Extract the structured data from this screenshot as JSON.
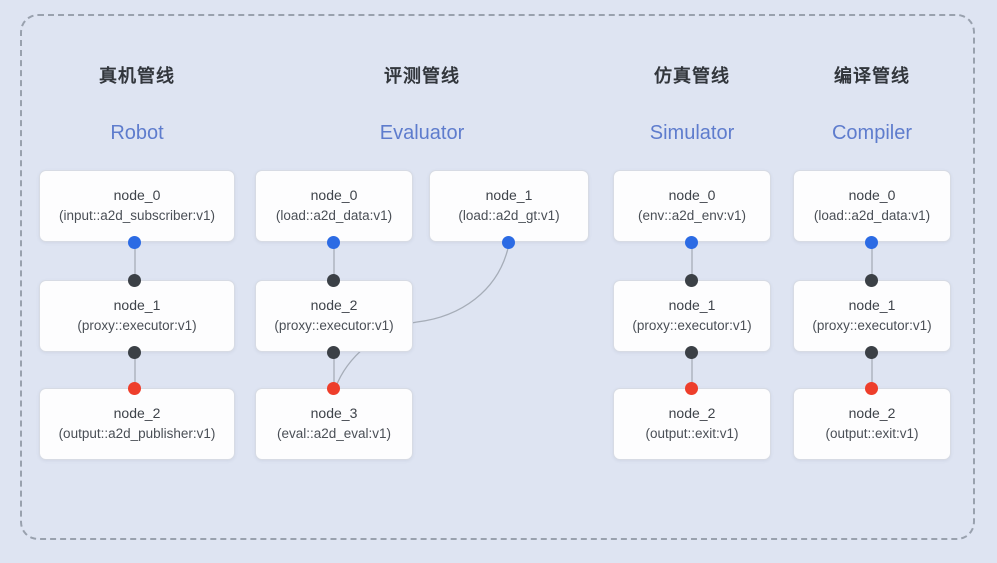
{
  "diagram": {
    "colors": {
      "background": "#dee4f2",
      "frame_dash": "#99a1ae",
      "node_fill": "#fdfdfe",
      "node_border": "#d7dbe4",
      "wire": "#a6adb8",
      "input_port": "#2c6be4",
      "mid_port": "#3b4046",
      "output_port": "#ee3e2b",
      "subtitle_blue": "#5e7ccd"
    },
    "pipelines": [
      {
        "title_zh": "真机管线",
        "title_en": "Robot",
        "nodes": [
          {
            "name": "node_0",
            "detail": "(input::a2d_subscriber:v1)"
          },
          {
            "name": "node_1",
            "detail": "(proxy::executor:v1)"
          },
          {
            "name": "node_2",
            "detail": "(output::a2d_publisher:v1)"
          }
        ]
      },
      {
        "title_zh": "评测管线",
        "title_en": "Evaluator",
        "nodes": [
          {
            "name": "node_0",
            "detail": "(load::a2d_data:v1)"
          },
          {
            "name": "node_1",
            "detail": "(load::a2d_gt:v1)"
          },
          {
            "name": "node_2",
            "detail": "(proxy::executor:v1)"
          },
          {
            "name": "node_3",
            "detail": "(eval::a2d_eval:v1)"
          }
        ]
      },
      {
        "title_zh": "仿真管线",
        "title_en": "Simulator",
        "nodes": [
          {
            "name": "node_0",
            "detail": "(env::a2d_env:v1)"
          },
          {
            "name": "node_1",
            "detail": "(proxy::executor:v1)"
          },
          {
            "name": "node_2",
            "detail": "(output::exit:v1)"
          }
        ]
      },
      {
        "title_zh": "编译管线",
        "title_en": "Compiler",
        "nodes": [
          {
            "name": "node_0",
            "detail": "(load::a2d_data:v1)"
          },
          {
            "name": "node_1",
            "detail": "(proxy::executor:v1)"
          },
          {
            "name": "node_2",
            "detail": "(output::exit:v1)"
          }
        ]
      }
    ]
  }
}
